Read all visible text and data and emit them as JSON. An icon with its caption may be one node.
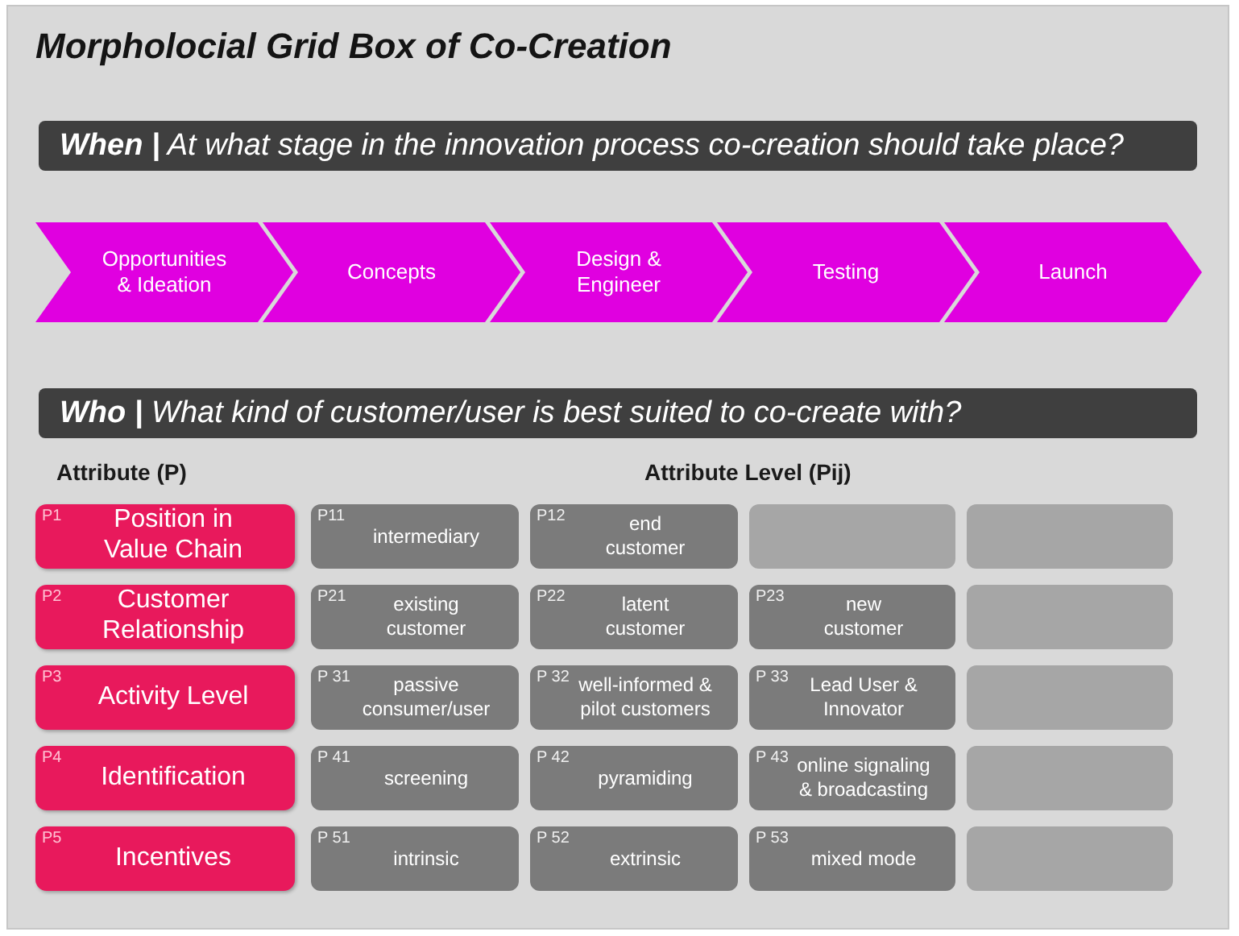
{
  "diagram": {
    "title": "Morpholocial Grid Box of Co-Creation",
    "nodes": [
      {
        "text": [
          "**When |** At what stage in the innovation process co-creation should take place?"
        ]
      },
      {
        "text": [
          "Opportunities & Ideation"
        ]
      },
      {
        "text": [
          "Concepts"
        ]
      },
      {
        "text": [
          "Design & Engineer"
        ]
      },
      {
        "text": [
          "Testing"
        ]
      },
      {
        "text": [
          "Launch"
        ]
      },
      {
        "text": [
          "**Who |** What kind of customer/user is best suited to co-create with?"
        ]
      },
      {
        "text": [
          "P1",
          "Position in Value Chain"
        ]
      },
      {
        "text": [
          "P11",
          "intermediary"
        ]
      },
      {
        "text": [
          "P12",
          "end customer"
        ]
      },
      {
        "text": [],
        "shape": "box"
      },
      {
        "text": [],
        "shape": "box"
      },
      {
        "text": [
          "P2",
          "Customer Relationship"
        ]
      },
      {
        "text": [
          "P21",
          "existing customer"
        ]
      },
      {
        "text": [
          "P22",
          "latent customer"
        ]
      },
      {
        "text": [
          "P23",
          "new customer"
        ]
      },
      {
        "text": [],
        "shape": "box"
      },
      {
        "text": [
          "P3",
          "Activity Level"
        ]
      },
      {
        "text": [
          "P 31",
          "passive consumer/user"
        ]
      },
      {
        "text": [
          "P 32",
          "well-informed & pilot customers"
        ]
      },
      {
        "text": [
          "P 33",
          "Lead User & Innovator"
        ]
      },
      {
        "text": [],
        "shape": "box"
      },
      {
        "text": [
          "P4",
          "Identification"
        ]
      },
      {
        "text": [
          "P 41",
          "screening"
        ]
      },
      {
        "text": [
          "P 42",
          "pyramiding"
        ]
      },
      {
        "text": [
          "P 43",
          "online signaling & broadcasting"
        ]
      },
      {
        "text": [],
        "shape": "box"
      },
      {
        "text": [
          "P5",
          "Incentives"
        ]
      },
      {
        "text": [
          "P 51",
          "intrinsic"
        ]
      },
      {
        "text": [
          "P 52",
          "extrinsic"
        ]
      },
      {
        "text": [
          "P 53",
          "mixed mode"
        ]
      },
      {
        "text": [],
        "shape": "box"
      }
    ],
    "labels": [
      "Attribute (P)",
      "Attribute Level (Pij)"
    ]
  }
}
